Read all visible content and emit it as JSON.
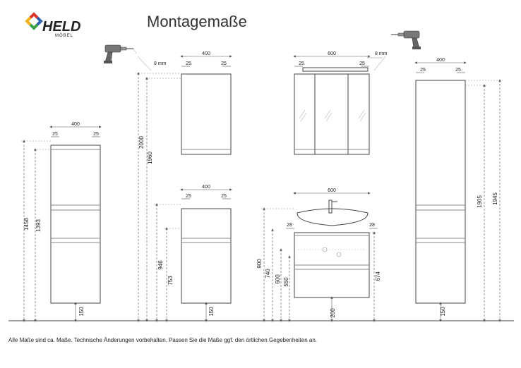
{
  "brand": {
    "name": "HELD",
    "subname": "MÖBEL"
  },
  "title": "Montagemaße",
  "footer": "Alle Maße sind ca. Maße. Technische Änderungen vorbehalten. Passen Sie die Maße ggf. den örtlichen Gegebenheiten an.",
  "units": {
    "mounting_offset": "8 mm"
  },
  "dimensions": {
    "cab1": {
      "width": "400",
      "inset_left": "25",
      "inset_right": "25",
      "total_height": "1458",
      "upper_height": "1393",
      "floor_gap": "150"
    },
    "cab2_wall": {
      "width": "400",
      "inset_left": "25",
      "inset_right": "25",
      "offset": "8 mm",
      "top_height": "2000",
      "inner_height": "1960"
    },
    "cab2_low": {
      "width": "400",
      "inset_left": "25",
      "inset_right": "25",
      "total_height": "946",
      "upper_height": "753",
      "floor_gap": "150"
    },
    "mirror": {
      "width": "600",
      "inset_left": "25",
      "inset_right": "25",
      "offset": "8 mm"
    },
    "vanity": {
      "width": "600",
      "side_left": "28",
      "side_right": "28",
      "h900": "900",
      "h740": "740",
      "h600": "600",
      "h550": "550",
      "h674": "674",
      "floor_gap": "200"
    },
    "tall": {
      "width": "400",
      "inset_left": "25",
      "inset_right": "25",
      "h1905": "1905",
      "h1945": "1945",
      "floor_gap": "150"
    }
  },
  "colors": {
    "line": "#444444",
    "dim": "#555555",
    "logo_red": "#d9342b",
    "logo_blue": "#2b5fab",
    "logo_yellow": "#f2b31d",
    "logo_green": "#3aa049"
  }
}
